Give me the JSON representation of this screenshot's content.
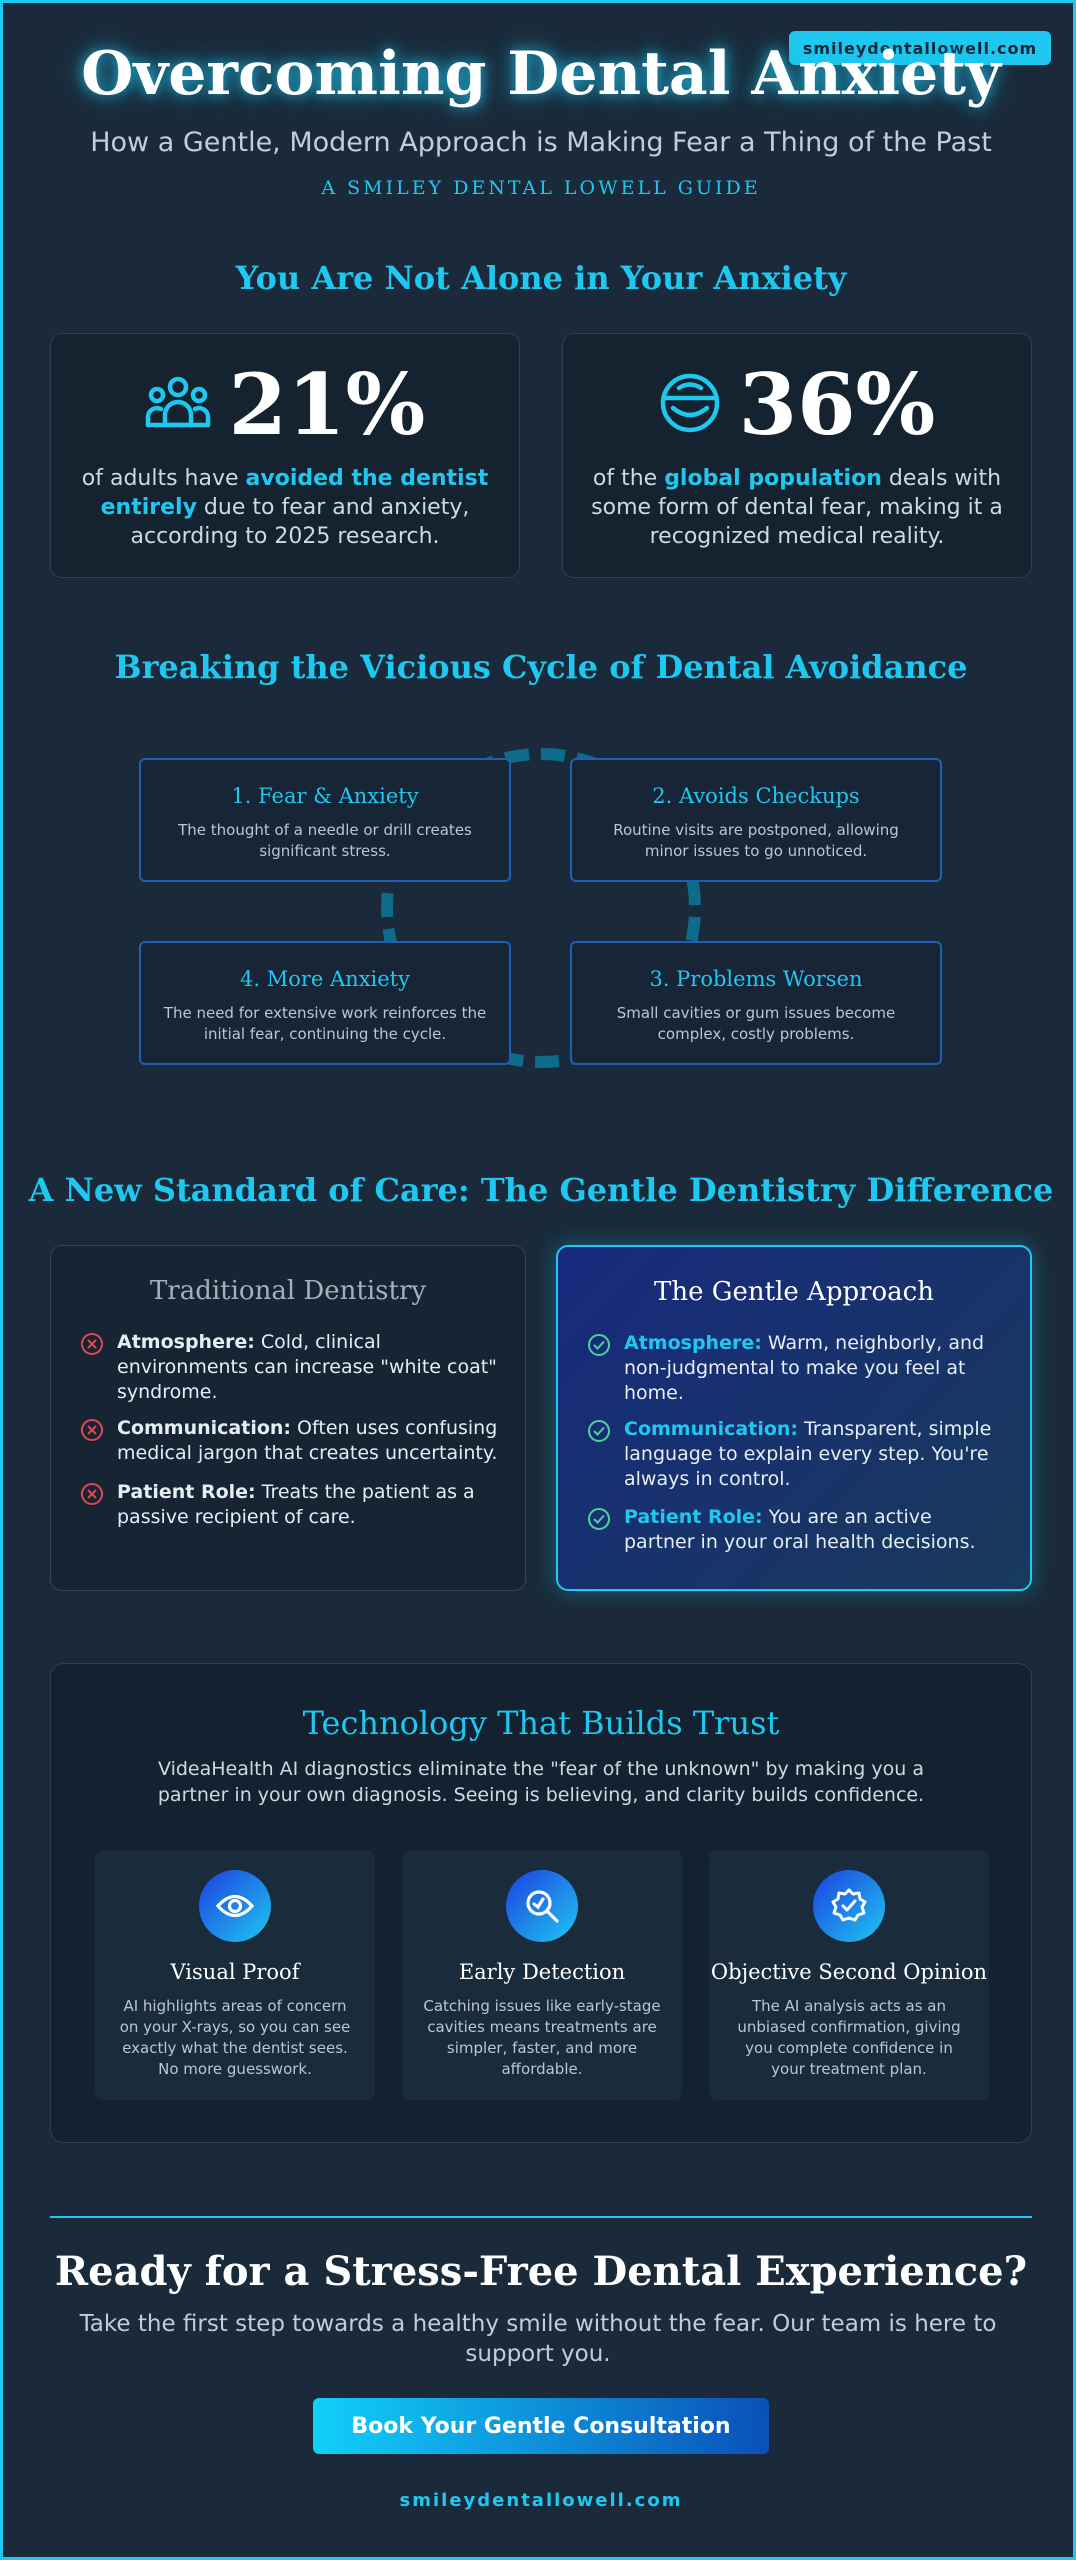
{
  "header": {
    "site_badge": "smileydentallowell.com",
    "title": "Overcoming Dental Anxiety",
    "subtitle": "How a Gentle, Modern Approach is Making Fear a Thing of the Past",
    "guide_label": "A SMILEY DENTAL LOWELL GUIDE"
  },
  "stats": {
    "section_title": "You Are Not Alone in Your Anxiety",
    "cards": [
      {
        "icon": "people-group-icon",
        "value": "21%",
        "text_before": "of adults have ",
        "highlight": "avoided the dentist entirely",
        "text_after": " due to fear and anxiety, according to 2025 research."
      },
      {
        "icon": "globe-smile-icon",
        "value": "36%",
        "text_before": "of the ",
        "highlight": "global population",
        "text_after": " deals with some form of dental fear, making it a recognized medical reality."
      }
    ]
  },
  "cycle": {
    "section_title": "Breaking the Vicious Cycle of Dental Avoidance",
    "steps": [
      {
        "title": "1. Fear & Anxiety",
        "desc": "The thought of a needle or drill creates significant stress."
      },
      {
        "title": "2. Avoids Checkups",
        "desc": "Routine visits are postponed, allowing minor issues to go unnoticed."
      },
      {
        "title": "3. Problems Worsen",
        "desc": "Small cavities or gum issues become complex, costly problems."
      },
      {
        "title": "4. More Anxiety",
        "desc": "The need for extensive work reinforces the initial fear, continuing the cycle."
      }
    ]
  },
  "comparison": {
    "section_title": "A New Standard of Care: The Gentle Dentistry Difference",
    "traditional": {
      "title": "Traditional Dentistry",
      "items": [
        {
          "label": "Atmosphere:",
          "text": " Cold, clinical environments can increase \"white coat\" syndrome."
        },
        {
          "label": "Communication:",
          "text": " Often uses confusing medical jargon that creates uncertainty."
        },
        {
          "label": "Patient Role:",
          "text": " Treats the patient as a passive recipient of care."
        }
      ]
    },
    "gentle": {
      "title": "The Gentle Approach",
      "items": [
        {
          "label": "Atmosphere:",
          "text": " Warm, neighborly, and non-judgmental to make you feel at home."
        },
        {
          "label": "Communication:",
          "text": " Transparent, simple language to explain every step. You're always in control."
        },
        {
          "label": "Patient Role:",
          "text": " You are an active partner in your oral health decisions."
        }
      ]
    },
    "colors": {
      "negative": "#e0484e",
      "positive": "#4fcfa0"
    }
  },
  "technology": {
    "title": "Technology That Builds Trust",
    "intro": "VideaHealth AI diagnostics eliminate the \"fear of the unknown\" by making you a partner in your own diagnosis. Seeing is believing, and clarity builds confidence.",
    "features": [
      {
        "icon": "eye-icon",
        "name": "Visual Proof",
        "desc": "AI highlights areas of concern on your X-rays, so you can see exactly what the dentist sees. No more guesswork."
      },
      {
        "icon": "magnifier-search-icon",
        "name": "Early Detection",
        "desc": "Catching issues like early-stage cavities means treatments are simpler, faster, and more affordable."
      },
      {
        "icon": "verified-badge-icon",
        "name": "Objective Second Opinion",
        "desc": "The AI analysis acts as an unbiased confirmation, giving you complete confidence in your treatment plan."
      }
    ]
  },
  "cta": {
    "title": "Ready for a Stress-Free Dental Experience?",
    "text": "Take the first step towards a healthy smile without the fear. Our team is here to support you.",
    "button_label": "Book Your Gentle Consultation",
    "footer_site": "smileydentallowell.com"
  },
  "theme": {
    "accent": "#1fc8f0",
    "background": "#1a2a3a",
    "card_border": "#1e5fb4"
  }
}
